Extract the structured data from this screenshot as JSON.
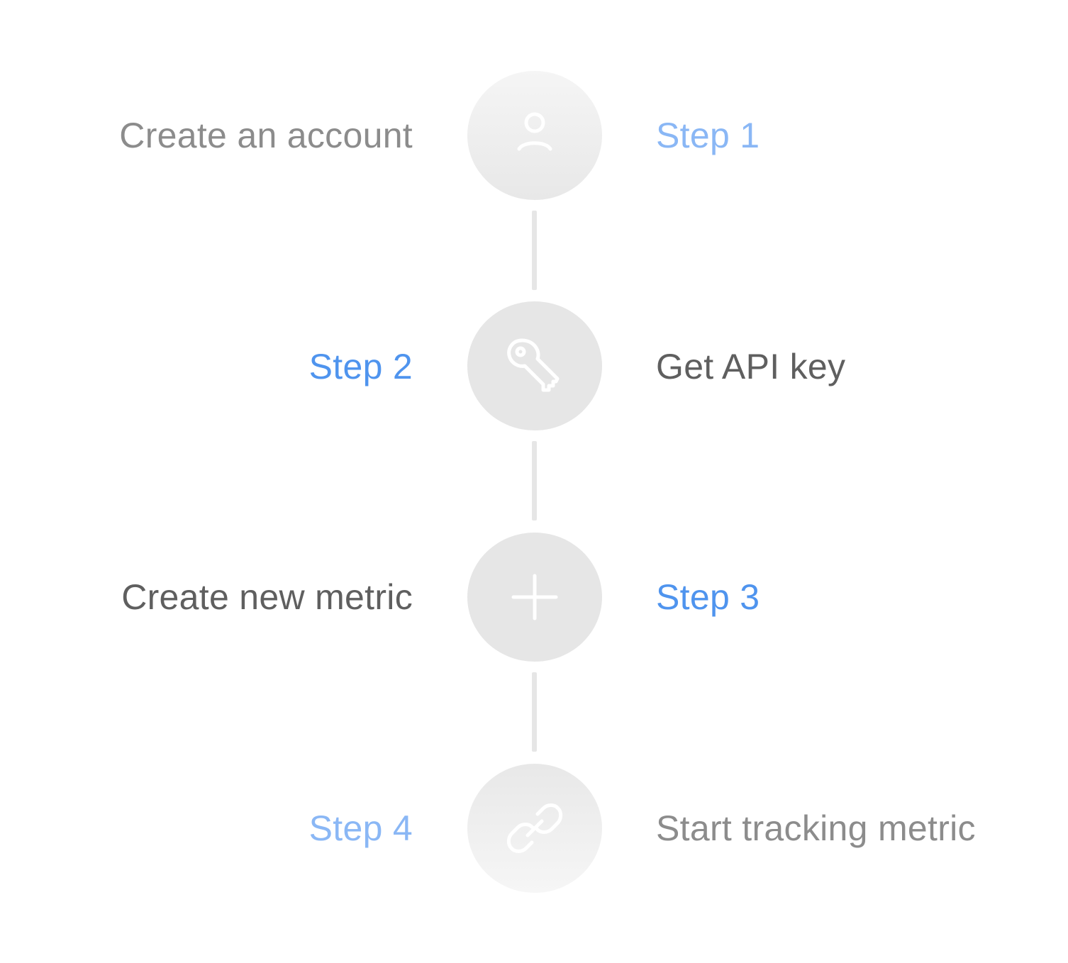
{
  "steps": [
    {
      "step_label": "Step 1",
      "title": "Create an account",
      "icon": "user-icon"
    },
    {
      "step_label": "Step 2",
      "title": "Get API key",
      "icon": "key-icon"
    },
    {
      "step_label": "Step 3",
      "title": "Create new metric",
      "icon": "plus-icon"
    },
    {
      "step_label": "Step 4",
      "title": "Start tracking metric",
      "icon": "link-icon"
    }
  ],
  "colors": {
    "step_label_strong": "#4f94ee",
    "step_label_faded": "#8ab7f5",
    "title_dark": "#5f5f5f",
    "title_faded": "#8c8c8c",
    "circle_fill": "#e6e6e6",
    "connector": "#e6e6e6",
    "icon_stroke": "#ffffff"
  }
}
